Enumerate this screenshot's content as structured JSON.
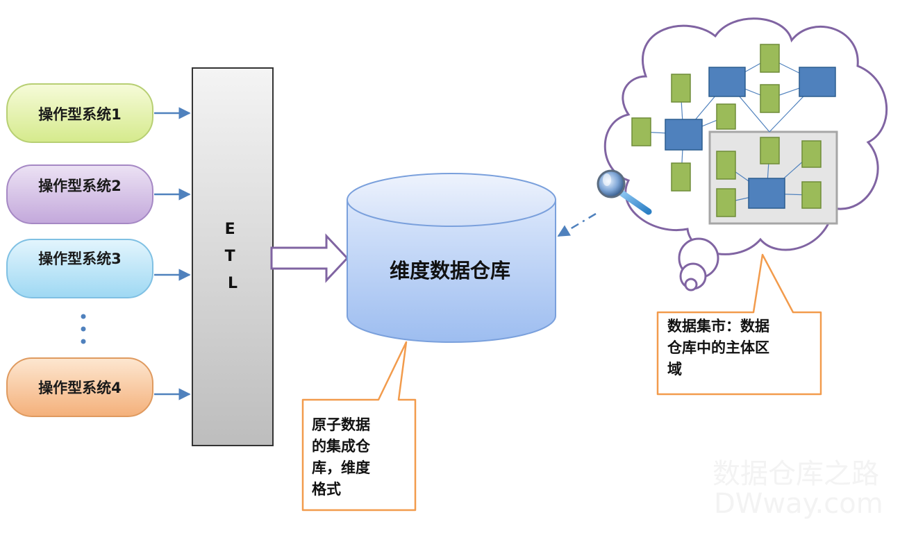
{
  "sources": [
    {
      "label": "操作型系统1",
      "fill_top": "#f6fbd9",
      "fill_bottom": "#d5ea8c",
      "stroke": "#b7cf73"
    },
    {
      "label": "操作型系统2",
      "fill_top": "#ece2f4",
      "fill_bottom": "#c3a8db",
      "stroke": "#a588c4"
    },
    {
      "label": "操作型系统3",
      "fill_top": "#e3f5fd",
      "fill_bottom": "#9ed8f3",
      "stroke": "#7fc0e3"
    },
    {
      "label": "操作型系统4",
      "fill_top": "#fde7d1",
      "fill_bottom": "#f4b07a",
      "stroke": "#df9a5f"
    }
  ],
  "ellipsis": "⋮",
  "etl": {
    "label": "E\nT\nL"
  },
  "warehouse": {
    "label": "维度数据仓库"
  },
  "callout_warehouse": {
    "text": "原子数据\n的集成仓\n库，维度\n格式"
  },
  "callout_mart": {
    "text": "数据集市：数据\n仓库中的主体区\n域"
  },
  "watermark": {
    "line1": "数据仓库之路",
    "line2": "DWway.com"
  },
  "colors": {
    "arrow": "#4f81bd",
    "hub_fill": "#4f81bd",
    "hub_stroke": "#2c5d8f",
    "leaf_fill": "#9bbb59",
    "leaf_stroke": "#6f8c38",
    "cloud_stroke": "#8064a2",
    "callout_stroke": "#f29b4c",
    "etl_top": "#f4f4f4",
    "etl_bottom": "#bdbdbd",
    "cylinder_top": "#dbe7fb",
    "cylinder_bottom": "#9dbdf0"
  }
}
